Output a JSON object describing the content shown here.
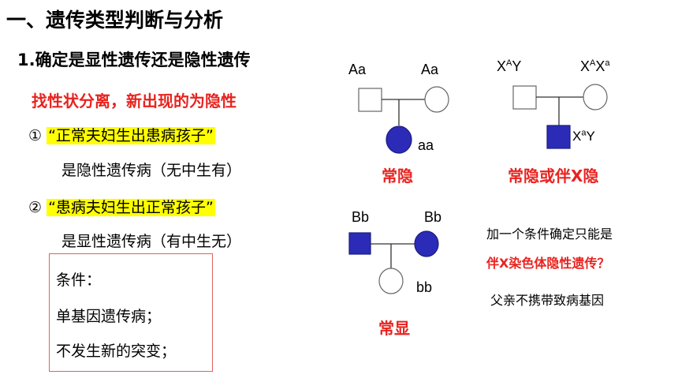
{
  "heading": {
    "title": "一、遗传类型判断与分析",
    "subtitle": "1.确定是显性遗传还是隐性遗传",
    "rule": "找性状分离，新出现的为隐性"
  },
  "cases": [
    {
      "num": "①",
      "quote": "“正常夫妇生出患病孩子”",
      "conclusion": "是隐性遗传病（无中生有）"
    },
    {
      "num": "②",
      "quote": "“患病夫妇生出正常孩子”",
      "conclusion": "是显性遗传病（有中生无）"
    }
  ],
  "conditions": {
    "title": "条件：",
    "items": [
      "单基因遗传病；",
      "不发生新的突变；"
    ]
  },
  "pedigrees": {
    "p1": {
      "father": "Aa",
      "mother": "Aa",
      "child": "aa",
      "label": "常隐"
    },
    "p2": {
      "father_base": "X",
      "father_sup": "A",
      "father_tail": "Y",
      "mother_base1": "X",
      "mother_sup1": "A",
      "mother_base2": "X",
      "mother_sup2": "a",
      "child_base": "X",
      "child_sup": "a",
      "child_tail": "Y",
      "label": "常隐或伴X隐"
    },
    "p3": {
      "father": "Bb",
      "mother": "Bb",
      "child": "bb",
      "label": "常显"
    }
  },
  "notes": {
    "line1": "加一个条件确定只能是",
    "line2": "伴X染色体隐性遗传？",
    "line3": "父亲不携带致病基因"
  },
  "colors": {
    "affected": "#2b2bb8",
    "accent_red": "#e8231f",
    "highlight": "#ffff00"
  }
}
